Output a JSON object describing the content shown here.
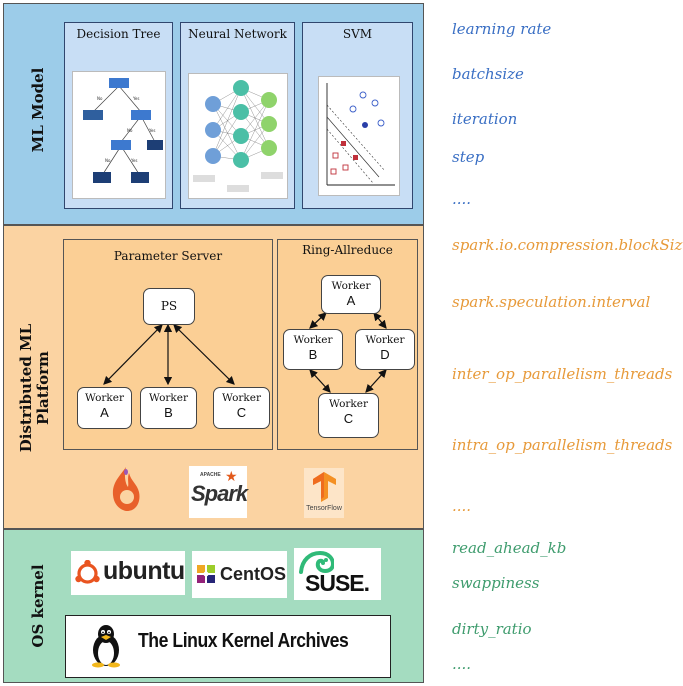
{
  "layers": {
    "ml_model": {
      "label": "ML  Model",
      "panels": [
        {
          "title": "Decision Tree"
        },
        {
          "title": "Neural Network"
        },
        {
          "title": "SVM"
        }
      ]
    },
    "distributed": {
      "label_line1": "Distributed ML",
      "label_line2": "Platform",
      "parameter_server": {
        "title": "Parameter Server",
        "ps_label": "PS",
        "workers": [
          {
            "line1": "Worker",
            "line2": "A"
          },
          {
            "line1": "Worker",
            "line2": "B"
          },
          {
            "line1": "Worker",
            "line2": "C"
          }
        ]
      },
      "ring_allreduce": {
        "title": "Ring-Allreduce",
        "workers": [
          {
            "line1": "Worker",
            "line2": "A"
          },
          {
            "line1": "Worker",
            "line2": "B"
          },
          {
            "line1": "Worker",
            "line2": "D"
          },
          {
            "line1": "Worker",
            "line2": "C"
          }
        ]
      },
      "logos": [
        {
          "name": "flame-logo"
        },
        {
          "name": "spark-logo",
          "small": "APACHE",
          "text": "Spark"
        },
        {
          "name": "tensorflow-logo",
          "text": "TensorFlow"
        }
      ]
    },
    "os": {
      "label": "OS kernel",
      "logos": [
        {
          "name": "ubuntu-logo",
          "text": "ubuntu"
        },
        {
          "name": "centos-logo",
          "text": "CentOS"
        },
        {
          "name": "suse-logo",
          "text": "SUSE."
        }
      ],
      "linux_banner": "The Linux Kernel Archives"
    }
  },
  "parameters": {
    "ml": [
      "learning rate",
      "batchsize",
      "iteration",
      "step",
      "...."
    ],
    "distributed": [
      "spark.io.compression.blockSize",
      "spark.speculation.interval",
      "inter_op_parallelism_threads",
      "intra_op_parallelism_threads",
      "...."
    ],
    "os": [
      "read_ahead_kb",
      "swappiness",
      "dirty_ratio",
      "...."
    ]
  },
  "colors": {
    "ml_bg": "#9ccce9",
    "dist_bg": "#fbd3a2",
    "os_bg": "#a4dcc0",
    "ml_param": "#3a6fc4",
    "dist_param": "#e79a3a",
    "os_param": "#3f9c6e"
  }
}
